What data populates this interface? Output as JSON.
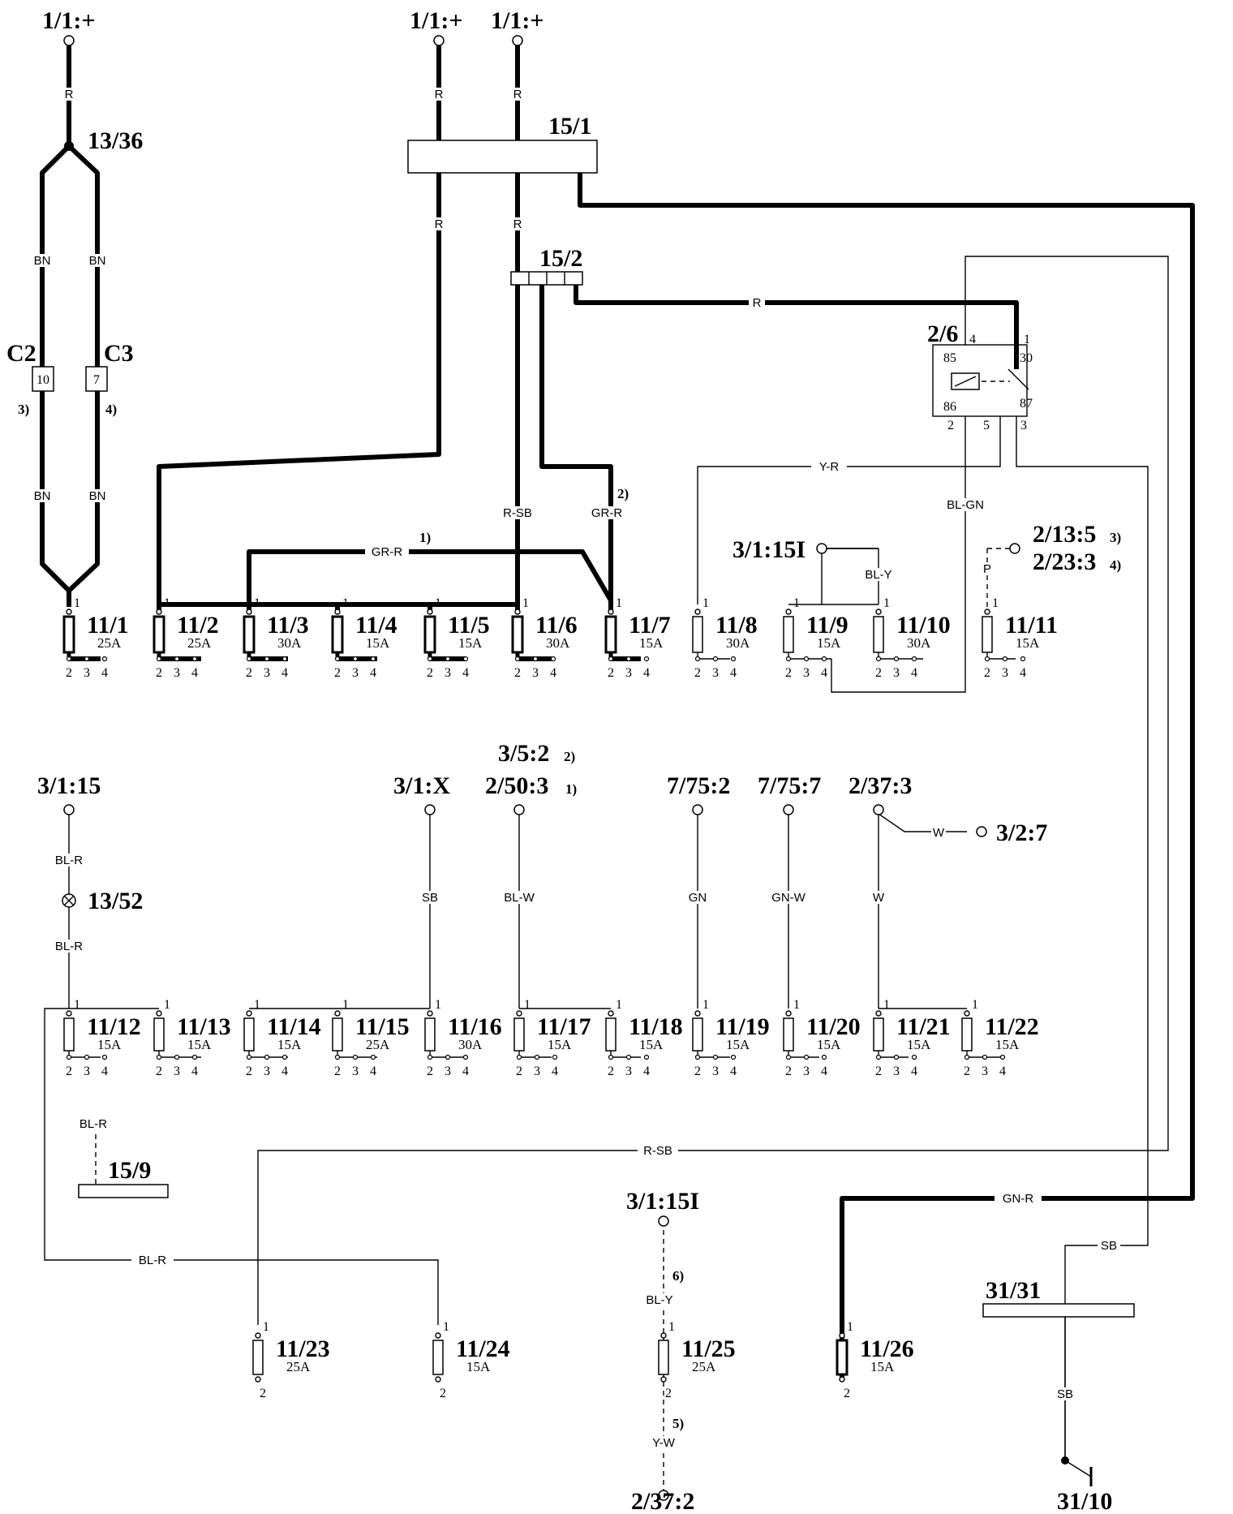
{
  "terminals": {
    "t_top_left": "1/1:+",
    "t_top_mid1": "1/1:+",
    "t_top_mid2": "1/1:+",
    "t_3_1_15": "3/1:15",
    "t_3_1_x": "3/1:X",
    "t_3_5_2": "3/5:2",
    "t_2_50_3": "2/50:3",
    "t_7_75_2": "7/75:2",
    "t_7_75_7": "7/75:7",
    "t_2_37_3": "2/37:3",
    "t_3_2_7": "3/2:7",
    "t_3_1_15i_a": "3/1:15I",
    "t_3_1_15i_b": "3/1:15I",
    "t_2_13_5": "2/13:5",
    "t_2_23_3": "2/23:3",
    "t_2_37_2": "2/37:2",
    "t_31_10": "31/10"
  },
  "components": {
    "c_13_36": "13/36",
    "c_15_1": "15/1",
    "c_15_2": "15/2",
    "c_2_6": "2/6",
    "c_c2": "C2",
    "c_c3": "C3",
    "c_c2_pin": "10",
    "c_c3_pin": "7",
    "c_13_52": "13/52",
    "c_15_9": "15/9",
    "c_31_31": "31/31"
  },
  "relay": {
    "pin85": "85",
    "pin30": "30",
    "pin86": "86",
    "pin87": "87",
    "t4": "4",
    "t1": "1",
    "t2": "2",
    "t5": "5",
    "t3": "3"
  },
  "notes": {
    "n3_c2": "3)",
    "n4_c3": "4)",
    "n2_grr": "2)",
    "n1_grr": "1)",
    "n3_2_13": "3)",
    "n4_2_23": "4)",
    "n2_3_5": "2)",
    "n1_2_50": "1)",
    "n6": "6)",
    "n5": "5)"
  },
  "wires": {
    "w1": "R",
    "w2": "R",
    "w3": "R",
    "w4": "R",
    "w5": "R",
    "w6": "R",
    "w7": "BN",
    "w8": "BN",
    "w9": "BN",
    "w10": "BN",
    "w11": "GR-R",
    "w12": "R-SB",
    "w13": "GR-R",
    "w14": "Y-R",
    "w15": "BL-GN",
    "w16": "BL-Y",
    "w17": "P",
    "w18": "BL-R",
    "w19": "BL-R",
    "w20": "SB",
    "w21": "BL-W",
    "w22": "GN",
    "w23": "GN-W",
    "w24": "W",
    "w25": "W",
    "w26": "BL-R",
    "w27": "R-SB",
    "w28": "GN-R",
    "w29": "SB",
    "w30": "BL-R",
    "w31": "BL-Y",
    "w32": "SB",
    "w33": "Y-W"
  },
  "fuses_row1": [
    {
      "id": "11/1",
      "amp": "25A"
    },
    {
      "id": "11/2",
      "amp": "25A"
    },
    {
      "id": "11/3",
      "amp": "30A"
    },
    {
      "id": "11/4",
      "amp": "15A"
    },
    {
      "id": "11/5",
      "amp": "15A"
    },
    {
      "id": "11/6",
      "amp": "30A"
    },
    {
      "id": "11/7",
      "amp": "15A"
    },
    {
      "id": "11/8",
      "amp": "30A"
    },
    {
      "id": "11/9",
      "amp": "15A"
    },
    {
      "id": "11/10",
      "amp": "30A"
    },
    {
      "id": "11/11",
      "amp": "15A"
    }
  ],
  "fuses_row2": [
    {
      "id": "11/12",
      "amp": "15A"
    },
    {
      "id": "11/13",
      "amp": "15A"
    },
    {
      "id": "11/14",
      "amp": "15A"
    },
    {
      "id": "11/15",
      "amp": "25A"
    },
    {
      "id": "11/16",
      "amp": "30A"
    },
    {
      "id": "11/17",
      "amp": "15A"
    },
    {
      "id": "11/18",
      "amp": "15A"
    },
    {
      "id": "11/19",
      "amp": "15A"
    },
    {
      "id": "11/20",
      "amp": "15A"
    },
    {
      "id": "11/21",
      "amp": "15A"
    },
    {
      "id": "11/22",
      "amp": "15A"
    }
  ],
  "fuses_row3": [
    {
      "id": "11/23",
      "amp": "25A"
    },
    {
      "id": "11/24",
      "amp": "15A"
    },
    {
      "id": "11/25",
      "amp": "25A"
    },
    {
      "id": "11/26",
      "amp": "15A"
    }
  ],
  "pin_labels": {
    "p1": "1",
    "p2": "2",
    "p3": "3",
    "p4": "4"
  }
}
